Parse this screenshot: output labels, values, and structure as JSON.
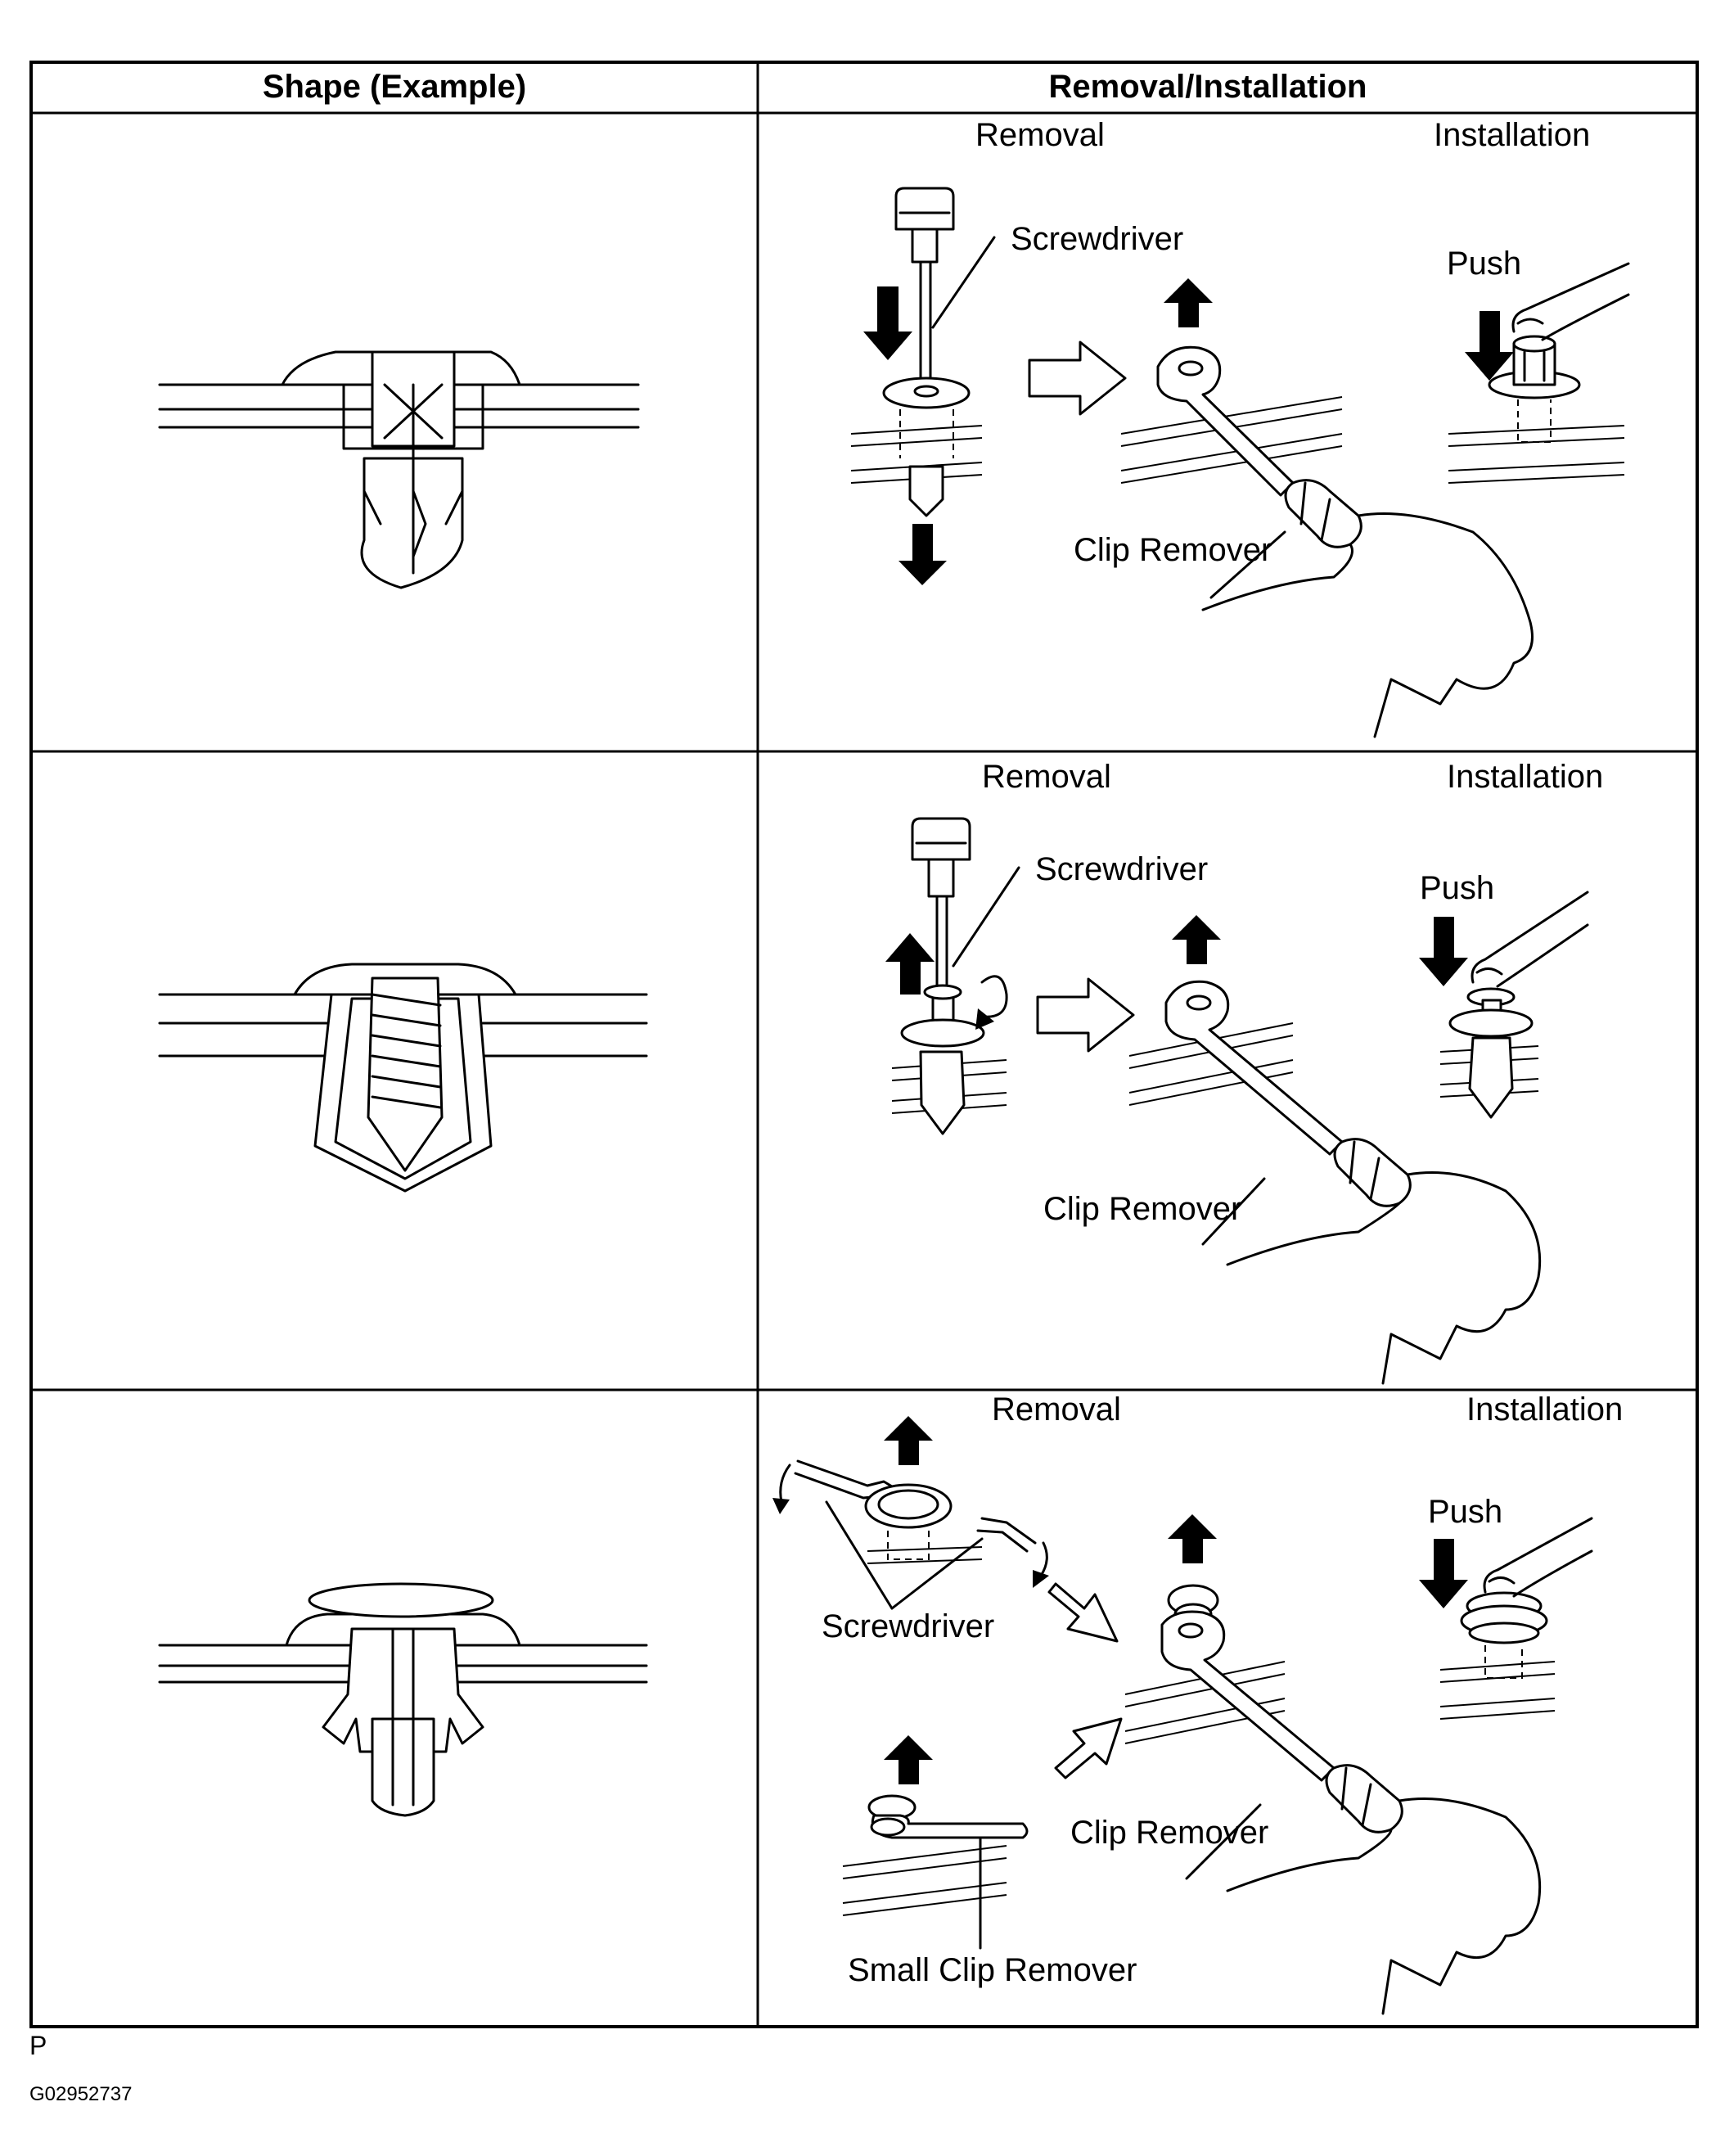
{
  "table": {
    "headers": {
      "shape": "Shape (Example)",
      "removal": "Removal/Installation"
    },
    "rows": [
      {
        "removal": "Removal",
        "installation": "Installation",
        "screwdriver": "Screwdriver",
        "push": "Push",
        "clip_remover": "Clip Remover"
      },
      {
        "removal": "Removal",
        "installation": "Installation",
        "screwdriver": "Screwdriver",
        "push": "Push",
        "clip_remover": "Clip Remover"
      },
      {
        "removal": "Removal",
        "installation": "Installation",
        "screwdriver": "Screwdriver",
        "push": "Push",
        "clip_remover": "Clip Remover",
        "small_clip_remover": "Small Clip Remover"
      }
    ]
  },
  "footer": {
    "letter": "P",
    "code": "G02952737"
  }
}
